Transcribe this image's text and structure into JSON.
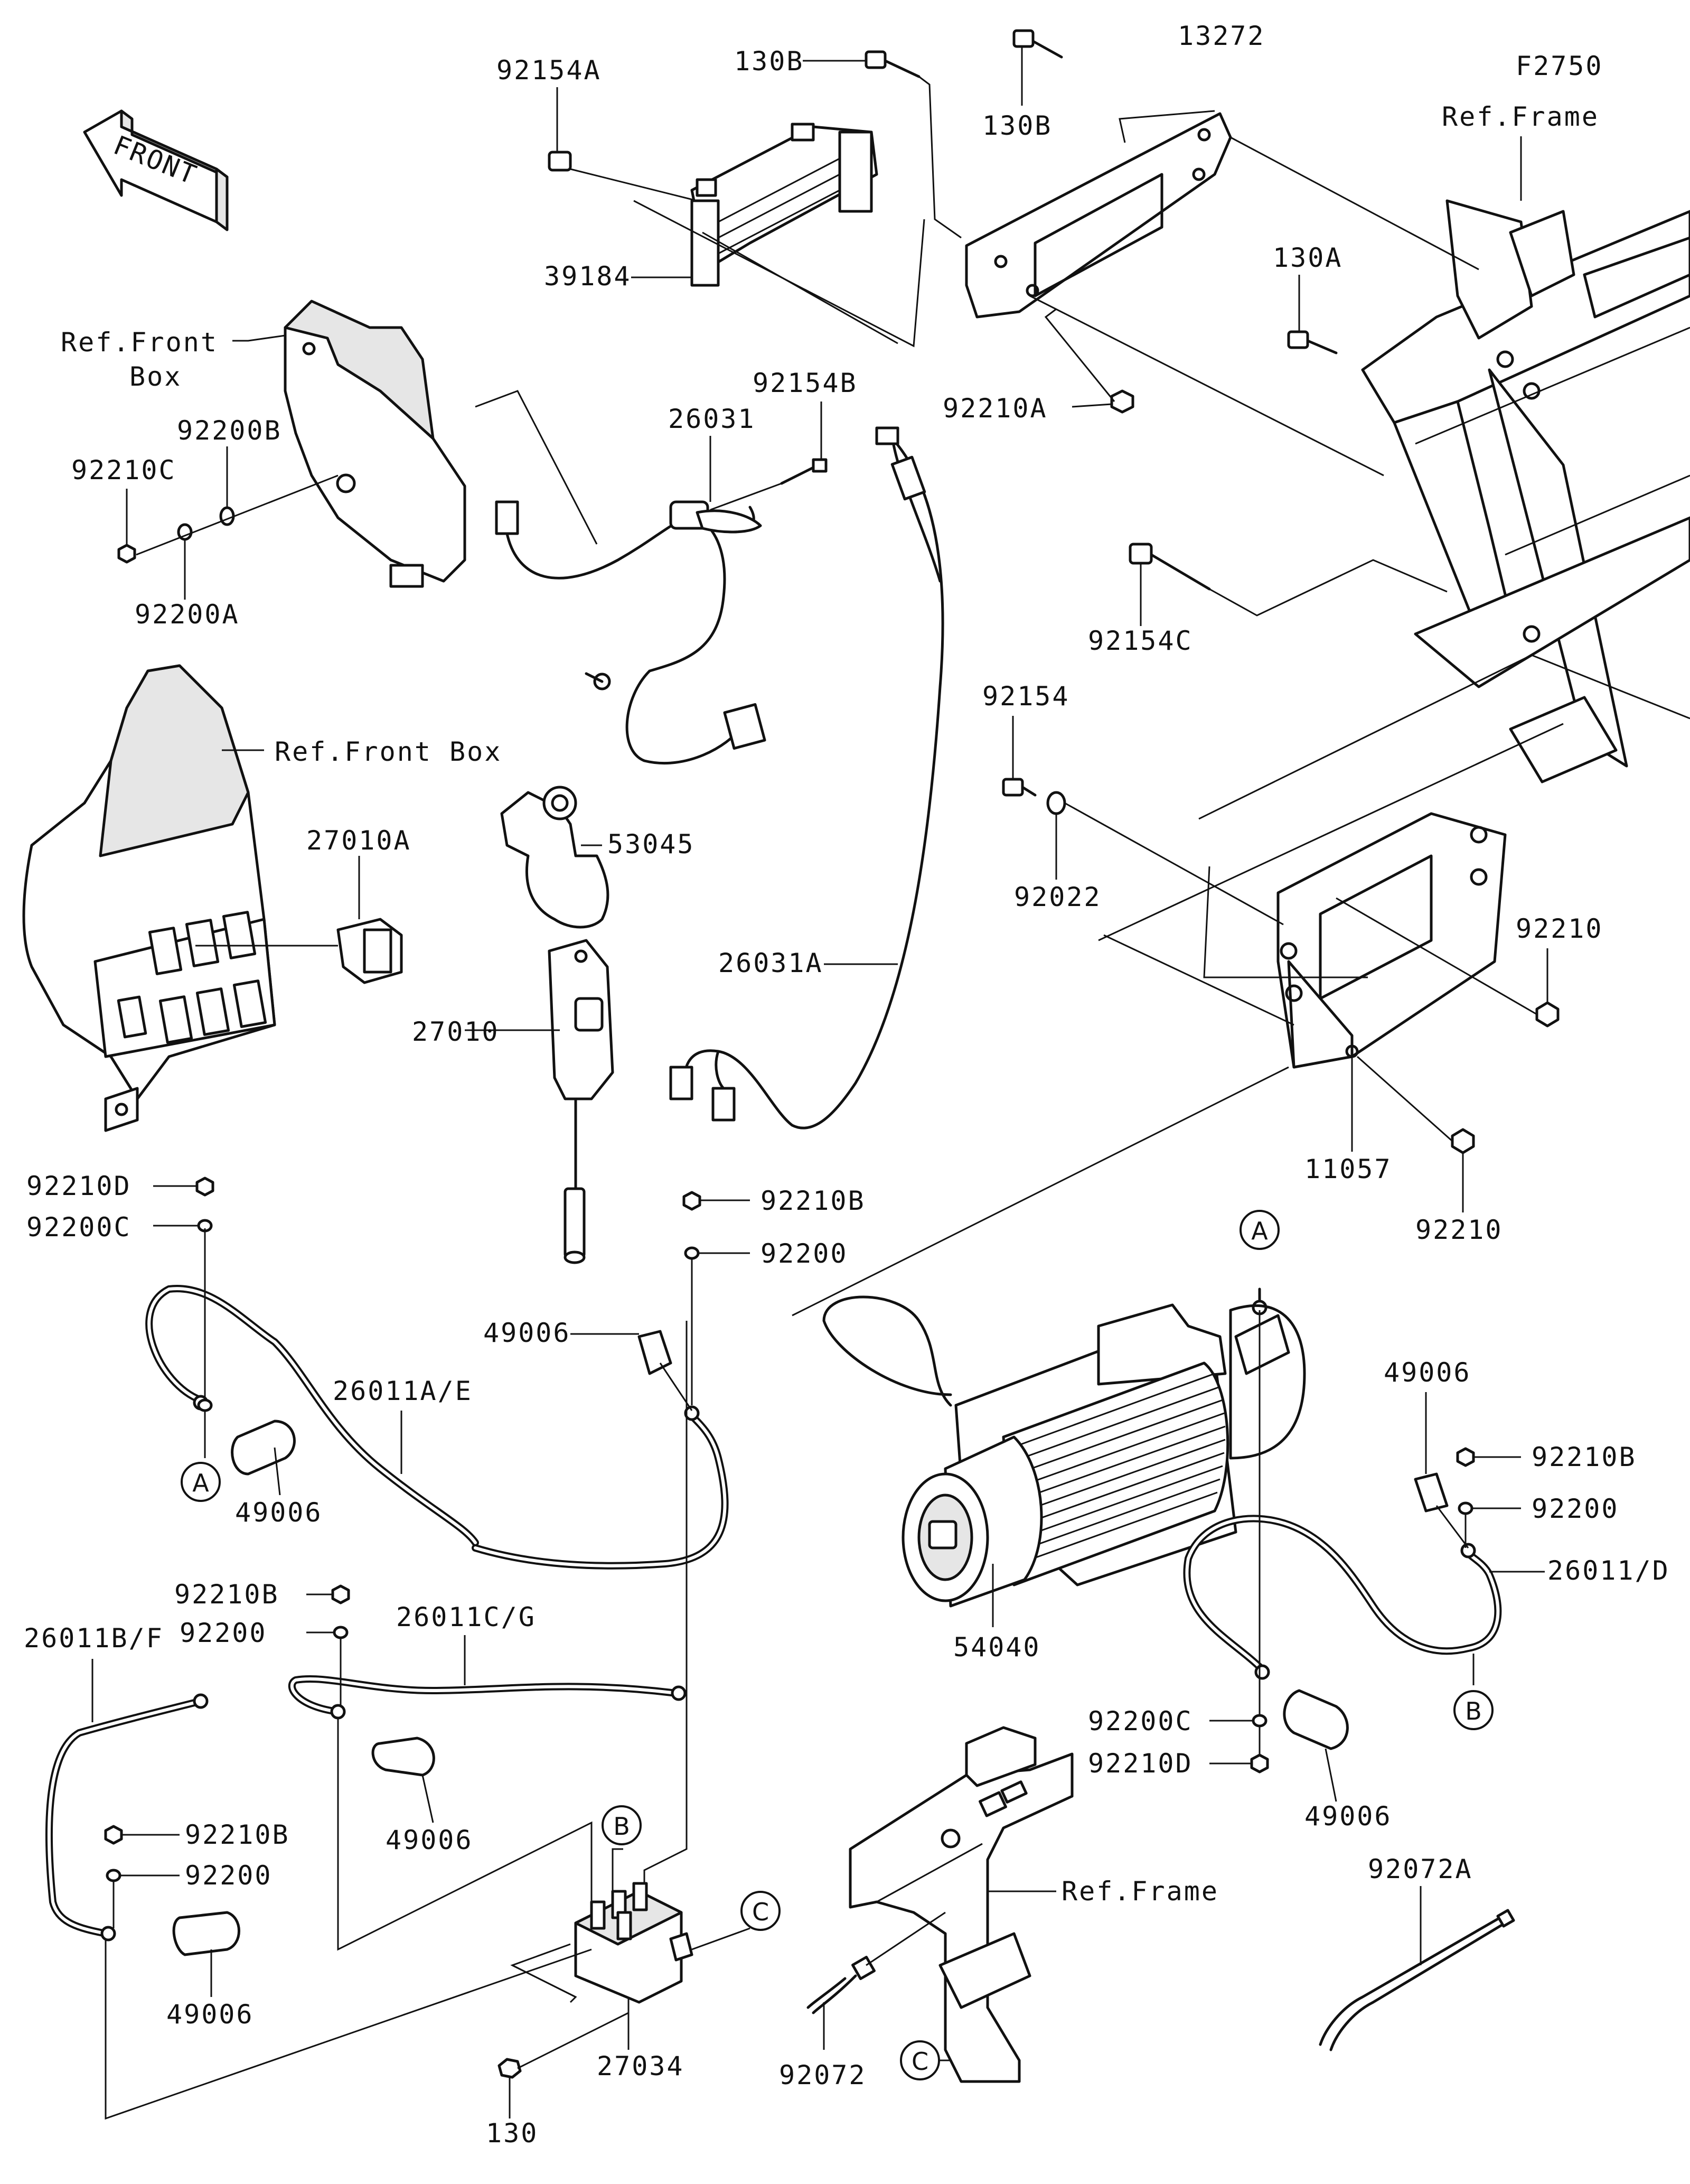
{
  "figure_code": "F2750",
  "front_arrow_text": "FRONT",
  "labels": {
    "p92154A": "92154A",
    "p130B_a": "130B",
    "p130B_b": "130B",
    "p13272": "13272",
    "ref_frame_top": "Ref.Frame",
    "ref_front_box_1_line1": "Ref.Front",
    "ref_front_box_1_line2": "Box",
    "p39184": "39184",
    "p130A": "130A",
    "p92200B": "92200B",
    "p92210C": "92210C",
    "p92200A": "92200A",
    "p26031": "26031",
    "p92154B": "92154B",
    "p92210A": "92210A",
    "p92154C": "92154C",
    "ref_front_box_2": "Ref.Front Box",
    "p27010A": "27010A",
    "p53045": "53045",
    "p92154": "92154",
    "p92022": "92022",
    "p92210_a": "92210",
    "p26031A": "26031A",
    "p27010": "27010",
    "p11057": "11057",
    "p92210_b": "92210",
    "p92210D_a": "92210D",
    "p92200C_a": "92200C",
    "p92210B_a": "92210B",
    "p92200_a": "92200",
    "p49006_a": "49006",
    "p26011AE": "26011A/E",
    "p49006_b": "49006",
    "p49006_c": "49006",
    "p92210B_b": "92210B",
    "p92200_b": "92200",
    "p26011D": "26011/D",
    "p54040": "54040",
    "p92210B_c": "92210B",
    "p92200_c": "92200",
    "p26011CG": "26011C/G",
    "p26011BF": "26011B/F",
    "p49006_d": "49006",
    "p92200C_b": "92200C",
    "p92210D_b": "92210D",
    "p49006_e": "49006",
    "p92210B_d": "92210B",
    "p92200_d": "92200",
    "ref_frame_bottom": "Ref.Frame",
    "p92072A": "92072A",
    "p49006_f": "49006",
    "p27034": "27034",
    "p92072": "92072",
    "p130": "130"
  },
  "callouts": {
    "A": "A",
    "B": "B",
    "C": "C"
  }
}
